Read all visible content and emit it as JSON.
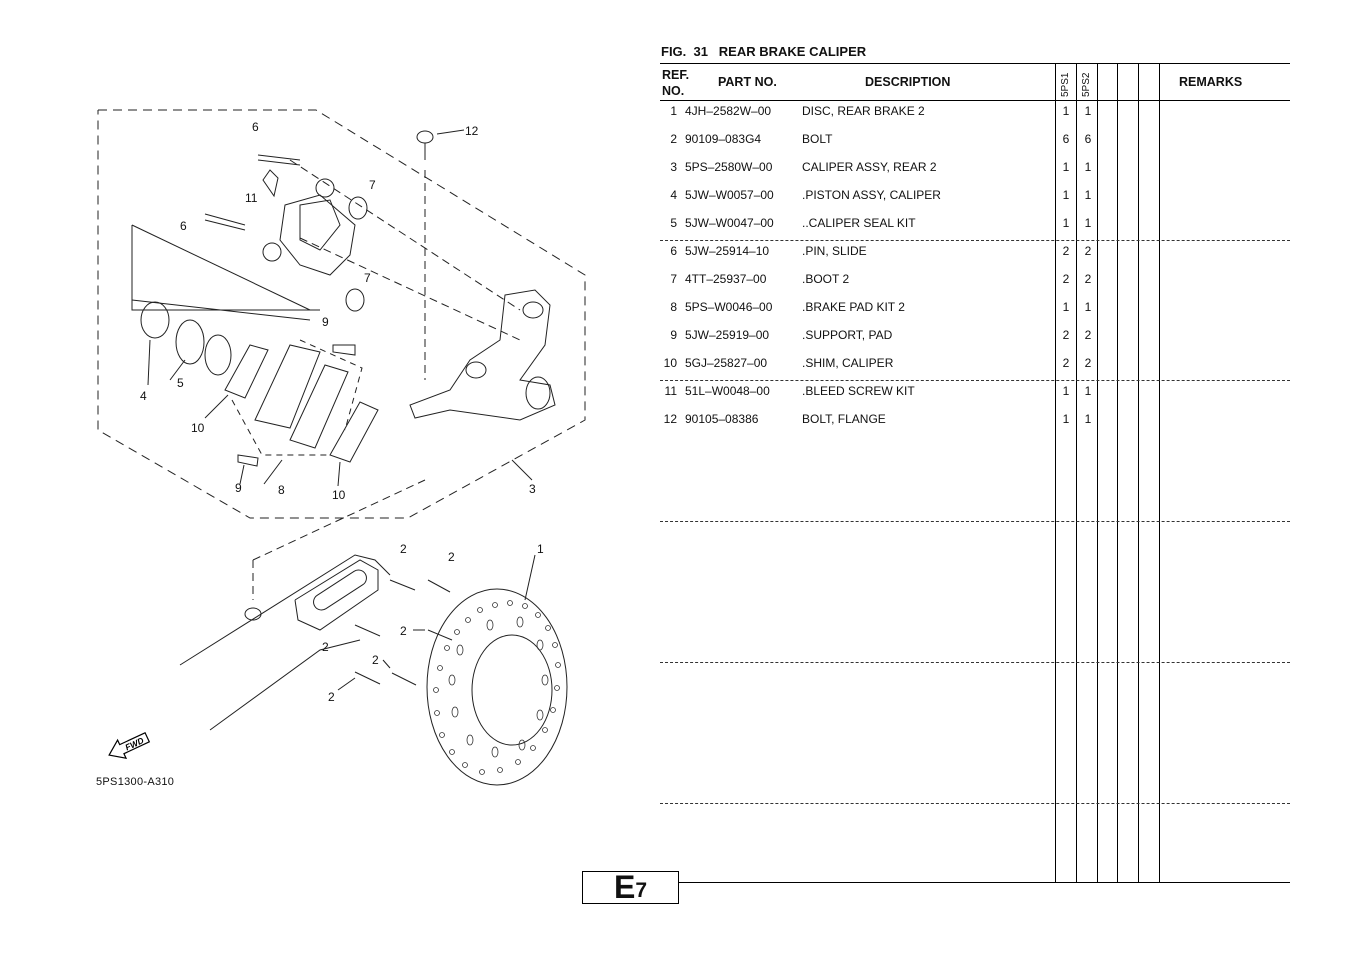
{
  "figure": {
    "title": "FIG.  31   REAR BRAKE CALIPER",
    "diagram_code": "5PS1300-A310",
    "fwd_label": "FWD",
    "callouts": [
      "1",
      "2",
      "2",
      "2",
      "2",
      "2",
      "2",
      "3",
      "4",
      "5",
      "6",
      "6",
      "7",
      "7",
      "8",
      "9",
      "9",
      "10",
      "10",
      "11",
      "12"
    ]
  },
  "table": {
    "headers": {
      "ref_line1": "REF.",
      "ref_line2": "NO.",
      "part_no": "PART NO.",
      "description": "DESCRIPTION",
      "model1": "5PS1",
      "model2": "5PS2",
      "remarks": "REMARKS"
    },
    "rows": [
      {
        "ref": "1",
        "part": "4JH–2582W–00",
        "desc": "DISC, REAR BRAKE 2",
        "q1": "1",
        "q2": "1"
      },
      {
        "ref": "2",
        "part": "90109–083G4",
        "desc": "BOLT",
        "q1": "6",
        "q2": "6"
      },
      {
        "ref": "3",
        "part": "5PS–2580W–00",
        "desc": "CALIPER ASSY, REAR 2",
        "q1": "1",
        "q2": "1"
      },
      {
        "ref": "4",
        "part": "5JW–W0057–00",
        "desc": ".PISTON ASSY, CALIPER",
        "q1": "1",
        "q2": "1"
      },
      {
        "ref": "5",
        "part": "5JW–W0047–00",
        "desc": "..CALIPER SEAL KIT",
        "q1": "1",
        "q2": "1"
      },
      {
        "ref": "6",
        "part": "5JW–25914–10",
        "desc": ".PIN, SLIDE",
        "q1": "2",
        "q2": "2"
      },
      {
        "ref": "7",
        "part": "4TT–25937–00",
        "desc": ".BOOT 2",
        "q1": "2",
        "q2": "2"
      },
      {
        "ref": "8",
        "part": "5PS–W0046–00",
        "desc": ".BRAKE PAD KIT 2",
        "q1": "1",
        "q2": "1"
      },
      {
        "ref": "9",
        "part": "5JW–25919–00",
        "desc": ".SUPPORT, PAD",
        "q1": "2",
        "q2": "2"
      },
      {
        "ref": "10",
        "part": "5GJ–25827–00",
        "desc": ".SHIM, CALIPER",
        "q1": "2",
        "q2": "2"
      },
      {
        "ref": "11",
        "part": "51L–W0048–00",
        "desc": ".BLEED SCREW KIT",
        "q1": "1",
        "q2": "1"
      },
      {
        "ref": "12",
        "part": "90105–08386",
        "desc": "BOLT, FLANGE",
        "q1": "1",
        "q2": "1"
      }
    ]
  },
  "page": {
    "section": "E",
    "number": "7"
  }
}
